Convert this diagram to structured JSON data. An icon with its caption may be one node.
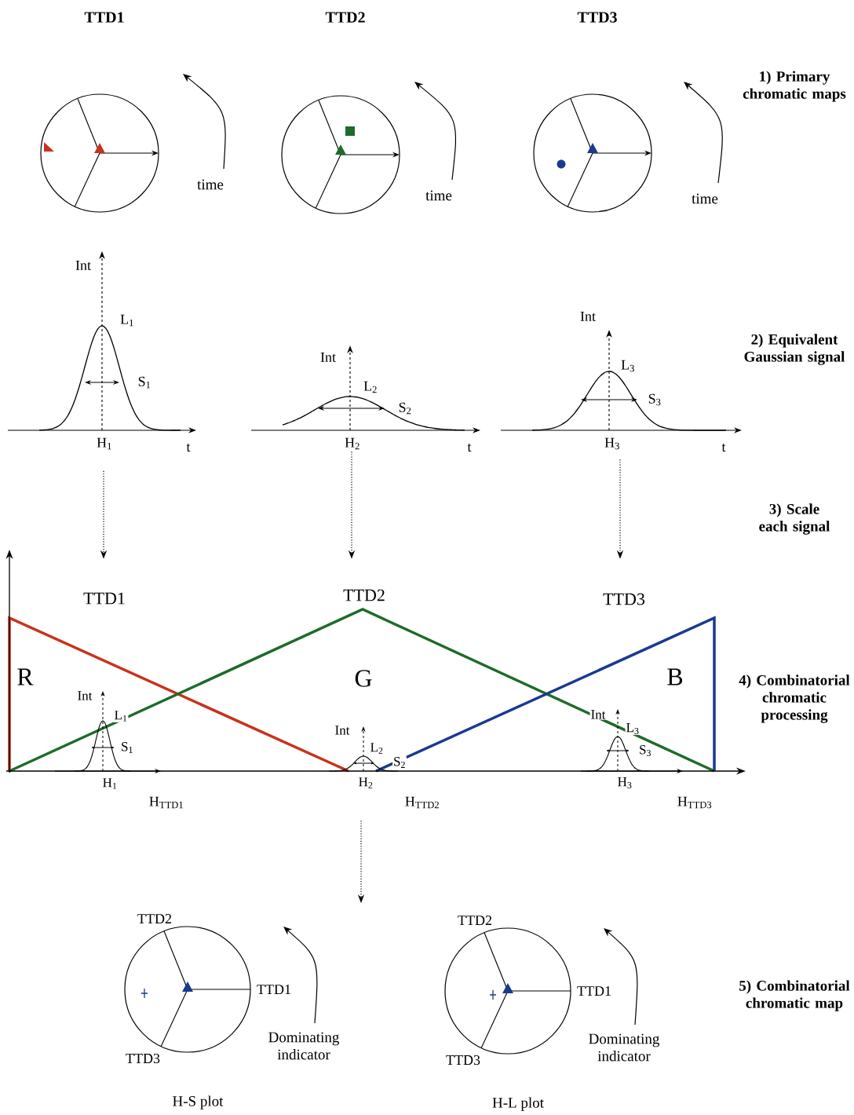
{
  "diagram": {
    "nodes": [
      {
        "text": [
          "TTD1"
        ]
      },
      {
        "text": [
          "TTD2"
        ]
      },
      {
        "text": [
          "TTD3"
        ]
      },
      {
        "text": [
          "Int",
          "L$_{1}$",
          "S$_{1}$",
          "H$_{1}$",
          "t"
        ]
      },
      {
        "text": [
          "Int",
          "L$_{2}$",
          "S$_{2}$",
          "H$_{2}$",
          "t"
        ]
      },
      {
        "text": [
          "Int",
          "L$_{3}$",
          "S$_{3}$",
          "H$_{3}$",
          "t"
        ]
      },
      {
        "text": [
          "TTD1",
          "TTD2",
          "TTD3",
          "R",
          "G",
          "B",
          "Int",
          "L$_{1}$",
          "S$_{1}$",
          "H$_{1}$",
          "H$_{TTD1}$",
          "Int",
          "L$_{2}$",
          "S$_{2}$",
          "H$_{2}$",
          "H$_{TTD2}$",
          "Int",
          "L$_{3}$",
          "S$_{3}$",
          "H$_{3}$",
          "H$_{TTD3}$"
        ]
      },
      {
        "text": [
          "TTD2",
          "TTD1",
          "TTD3"
        ],
        "beside": [
          "H-S plot"
        ]
      },
      {
        "text": [
          "TTD2",
          "TTD1",
          "TTD3"
        ],
        "beside": [
          "H-L plot"
        ]
      }
    ],
    "edges": [
      {
        "from": 3,
        "to": 6,
        "arrow": "to",
        "style": "dashed"
      },
      {
        "from": 4,
        "to": 6,
        "arrow": "to",
        "style": "dashed"
      },
      {
        "from": 5,
        "to": 6,
        "arrow": "to",
        "style": "dashed"
      },
      {
        "from": 6,
        "to": null,
        "arrow": "to",
        "style": "dashed"
      }
    ],
    "labels": [
      "time",
      "time",
      "time",
      "1) Primary chromatic maps",
      "2) Equivalent Gaussian signal",
      "3) Scale each signal",
      "4) Combinatorial chromatic processing",
      "5) Combinatorial chromatic map",
      "Dominating indicator",
      "Dominating indicator"
    ]
  }
}
